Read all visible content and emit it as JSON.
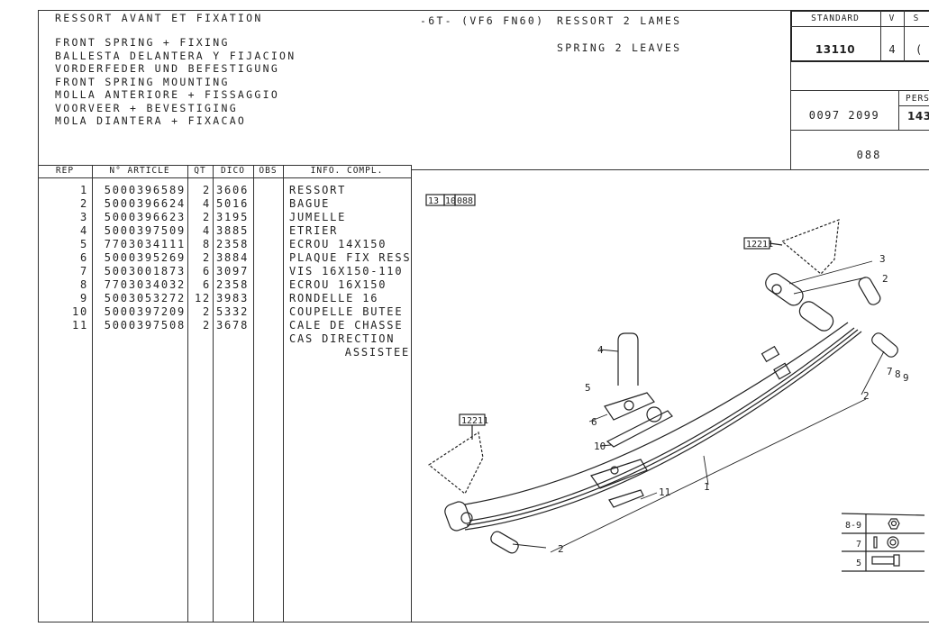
{
  "header": {
    "title_fr": "RESSORT AVANT ET FIXATION",
    "titles": [
      "FRONT SPRING + FIXING",
      "BALLESTA DELANTERA Y FIJACION",
      "VORDERFEDER UND BEFESTIGUNG",
      "FRONT SPRING MOUNTING",
      "MOLLA ANTERIORE + FISSAGGIO",
      "VOORVEER + BEVESTIGING",
      "MOLA DIANTERA + FIXACAO"
    ],
    "model_code": "-6T- (VF6 FN60)",
    "variant_fr": "RESSORT 2 LAMES",
    "variant_en": "SPRING 2 LEAVES"
  },
  "ref_box": {
    "standard_label": "STANDARD",
    "v_label": "V",
    "s_label": "S",
    "standard_value": "13110",
    "v_value": "4",
    "s_value": "(",
    "code": "0097 2099",
    "pers_label": "PERS",
    "pers_value": "143",
    "page": "088"
  },
  "table": {
    "headers": [
      "REP",
      "N° ARTICLE",
      "QT",
      "DICO",
      "OBS",
      "INFO. COMPL."
    ],
    "rows": [
      {
        "rep": "1",
        "article": "5000396589",
        "qt": "2",
        "dico": "3606",
        "info": "RESSORT"
      },
      {
        "rep": "2",
        "article": "5000396624",
        "qt": "4",
        "dico": "5016",
        "info": "BAGUE"
      },
      {
        "rep": "3",
        "article": "5000396623",
        "qt": "2",
        "dico": "3195",
        "info": "JUMELLE"
      },
      {
        "rep": "4",
        "article": "5000397509",
        "qt": "4",
        "dico": "3885",
        "info": "ETRIER"
      },
      {
        "rep": "5",
        "article": "7703034111",
        "qt": "8",
        "dico": "2358",
        "info": "ECROU 14X150"
      },
      {
        "rep": "6",
        "article": "5000395269",
        "qt": "2",
        "dico": "3884",
        "info": "PLAQUE FIX RESS"
      },
      {
        "rep": "7",
        "article": "5003001873",
        "qt": "6",
        "dico": "3097",
        "info": "VIS 16X150-110"
      },
      {
        "rep": "8",
        "article": "7703034032",
        "qt": "6",
        "dico": "2358",
        "info": "ECROU 16X150"
      },
      {
        "rep": "9",
        "article": "5003053272",
        "qt": "12",
        "dico": "3983",
        "info": "RONDELLE 16"
      },
      {
        "rep": "10",
        "article": "5000397209",
        "qt": "2",
        "dico": "5332",
        "info": "COUPELLE BUTEE"
      },
      {
        "rep": "11",
        "article": "5000397508",
        "qt": "2",
        "dico": "3678",
        "info": "CALE DE CHASSE"
      }
    ],
    "extra_info": [
      "CAS DIRECTION",
      "ASSISTEE"
    ]
  },
  "diagram": {
    "ref_tag": [
      "13",
      "10",
      "088"
    ],
    "link_tag": "12211",
    "callouts": {
      "c1": "1",
      "c2": "2",
      "c3": "3",
      "c4": "4",
      "c5": "5",
      "c6": "6",
      "c10": "10",
      "c11": "11",
      "c7": "7",
      "c8": "8",
      "c9": "9"
    },
    "legend": {
      "nut": "8-9",
      "washer": "7",
      "bolt": "5"
    }
  }
}
